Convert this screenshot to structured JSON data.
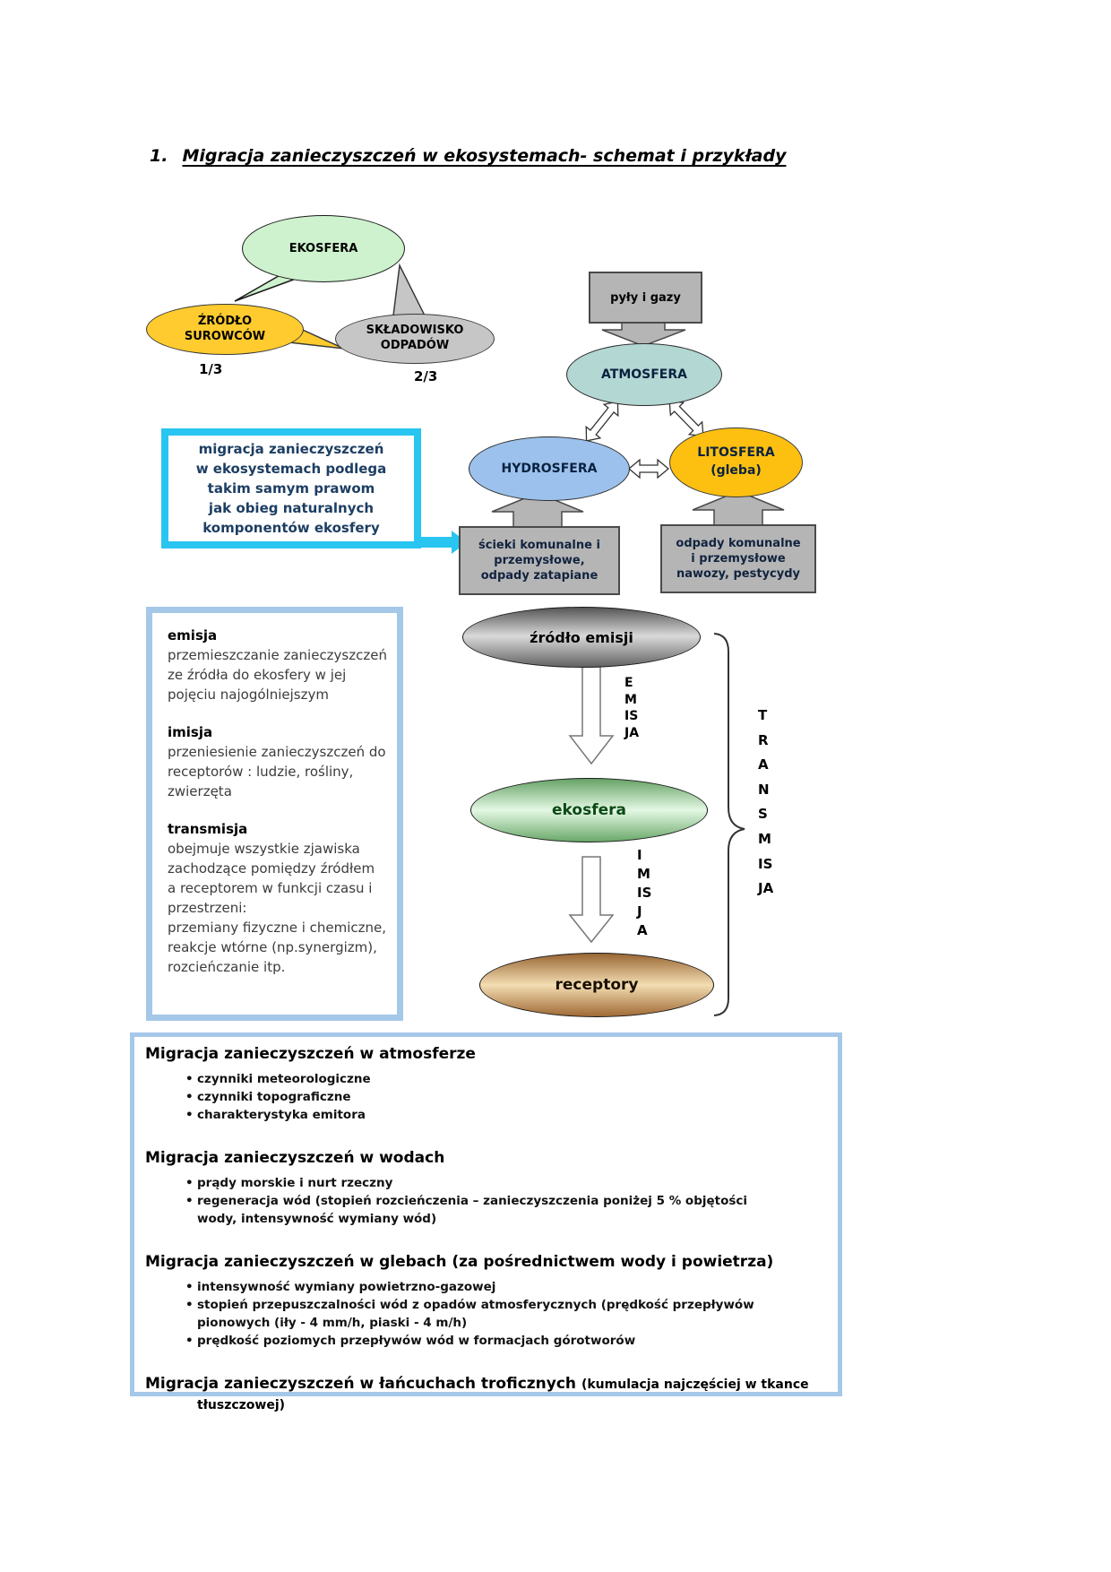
{
  "title": {
    "number": "1.",
    "text": "Migracja zanieczyszczeń w ekosystemach- schemat i przykłady"
  },
  "bubble_diagram": {
    "ekosfera": "EKOSFERA",
    "zrodlo": "ŹRÓDŁO\nSUROWCÓW",
    "skladowisko": "SKŁADOWISKO\nODPADÓW",
    "zrodlo_fraction": "1/3",
    "skladowisko_fraction": "2/3"
  },
  "cycle_diagram": {
    "pyly_box": "pyły i gazy",
    "atmosfera": "ATMOSFERA",
    "hydrosfera": "HYDROSFERA",
    "litosfera": "LITOSFERA\n(gleba)",
    "scieki_box": "ścieki komunalne i\nprzemysłowe,\nodpady zatapiane",
    "odpady_box": "odpady komunalne\ni przemysłowe\nnawozy, pestycydy"
  },
  "callout": {
    "text": "migracja zanieczyszczeń\nw ekosystemach podlega\ntakim samym prawom\njak obieg naturalnych\nkomponentów ekosfery"
  },
  "definitions": {
    "emisja_term": "emisja",
    "emisja_def": "przemieszczanie zanieczyszczeń\nze źródła do ekosfery w jej\npojęciu najogólniejszym",
    "imisja_term": "imisja",
    "imisja_def": "przeniesienie zanieczyszczeń do\nreceptorów : ludzie, rośliny,\nzwierzęta",
    "transmisja_term": "transmisja",
    "transmisja_def": "obejmuje wszystkie zjawiska\nzachodzące pomiędzy źródłem\na receptorem w funkcji czasu i\nprzestrzeni:\nprzemiany fizyczne i chemiczne,\nreakcje wtórne (np.synergizm),\nrozcieńczanie itp."
  },
  "flow_diagram": {
    "zrodlo_emisji": "źródło emisji",
    "emisja_vertical": "EMISJA",
    "ekosfera": "ekosfera",
    "imisja_vertical": "IMISJA",
    "receptory": "receptory",
    "transmisja_vertical": "TRANSMISJA"
  },
  "bottom_box": {
    "bullet_char": "•",
    "sections": [
      {
        "heading": "Migracja zanieczyszczeń w atmosferze",
        "bullets": [
          "czynniki meteorologiczne",
          "czynniki topograficzne",
          "charakterystyka emitora"
        ]
      },
      {
        "heading": "Migracja zanieczyszczeń w wodach",
        "bullets": [
          "prądy morskie i nurt rzeczny",
          "regeneracja wód (stopień rozcieńczenia – zanieczyszczenia poniżej 5 % objętości\nwody, intensywność wymiany wód)"
        ]
      },
      {
        "heading": "Migracja zanieczyszczeń w glebach (za pośrednictwem wody i powietrza)",
        "bullets": [
          "intensywność wymiany powietrzno-gazowej",
          "stopień przepuszczalności wód z opadów atmosferycznych (prędkość przepływów\npionowych (iły - 4 mm/h, piaski - 4 m/h)",
          "prędkość poziomych przepływów wód w formacjach górotworów"
        ]
      },
      {
        "heading": "Migracja zanieczyszczeń w łańcuchach troficznych",
        "heading_suffix": "(kumulacja najczęściej w tkance\ntłuszczowej)",
        "bullets": []
      }
    ]
  },
  "colors": {
    "accent_cyan": "#29c5f1",
    "panel_border_blue": "#a5c8e9",
    "ekosfera_green": "#cdf2cd",
    "zrodlo_yellow": "#ffcb2e",
    "skladowisko_gray": "#c6c6c6",
    "box_gray": "#b5b5b5",
    "atmosfera_teal": "#b3d7d3",
    "hydrosfera_blue": "#9cc1ec",
    "litosfera_gold": "#fdc011",
    "flow_green_mid": "#e4f8e4",
    "receptory_tan_mid": "#f3ddb2"
  }
}
